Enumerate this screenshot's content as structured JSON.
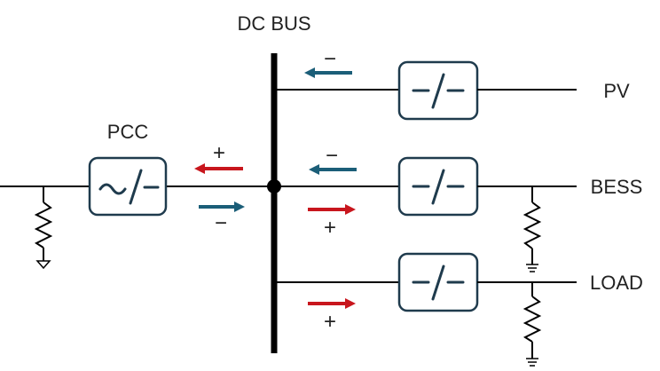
{
  "labels": {
    "dc_bus": "DC BUS",
    "pcc": "PCC",
    "pv": "PV",
    "bess": "BESS",
    "load": "LOAD"
  },
  "signs": {
    "pv_flow": "−",
    "pcc_import": "+",
    "pcc_export": "−",
    "bess_discharge": "−",
    "bess_charge": "+",
    "load_flow": "+"
  },
  "converter_symbols": {
    "ac_dc": "~/−",
    "dc_dc": "−/−"
  },
  "colors": {
    "line": "#000000",
    "converter_border": "#1f3b4d",
    "positive_arrow": "#c8161d",
    "negative_arrow": "#1b5e78"
  }
}
